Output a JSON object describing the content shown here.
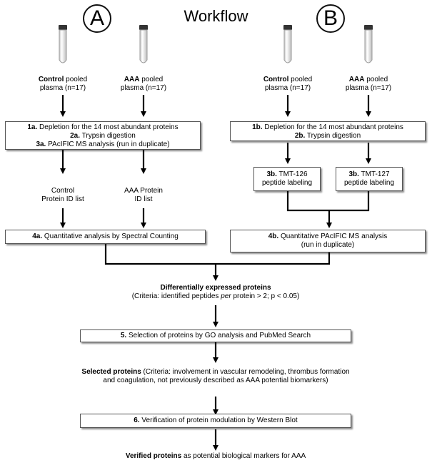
{
  "header": {
    "title": "Workflow",
    "left_badge": "A",
    "right_badge": "B"
  },
  "A": {
    "sample1": {
      "bold": "Control",
      "rest": " pooled",
      "line2": "plasma (n=17)"
    },
    "sample2": {
      "bold": "AAA",
      "rest": " pooled",
      "line2": "plasma (n=17)"
    },
    "step1": {
      "l1_b": "1a.",
      "l1": " Depletion for the 14 most abundant proteins",
      "l2_b": "2a.",
      "l2": " Trypsin digestion",
      "l3_b": "3a.",
      "l3": " PAcIFIC MS analysis (run in duplicate)"
    },
    "list1": {
      "line1": "Control",
      "line2": "Protein ID list"
    },
    "list2": {
      "line1": "AAA Protein",
      "line2": "ID list"
    },
    "step4": {
      "b": "4a.",
      "text": " Quantitative analysis by Spectral Counting"
    }
  },
  "B": {
    "sample1": {
      "bold": "Control",
      "rest": " pooled",
      "line2": "plasma (n=17)"
    },
    "sample2": {
      "bold": "AAA",
      "rest": " pooled",
      "line2": "plasma (n=17)"
    },
    "step1": {
      "l1_b": "1b.",
      "l1": " Depletion for the 14 most abundant proteins",
      "l2_b": "2b.",
      "l2": " Trypsin digestion"
    },
    "label1": {
      "b": "3b.",
      "l1": " TMT-126",
      "l2": "peptide labeling"
    },
    "label2": {
      "b": "3b.",
      "l1": " TMT-127",
      "l2": "peptide labeling"
    },
    "step4": {
      "b": "4b.",
      "l1": " Quantitative PAcIFIC MS analysis",
      "l2": "(run in duplicate)"
    }
  },
  "merge": {
    "dep_title": "Differentially expressed proteins",
    "dep_crit_pre": "(Criteria: identified peptides ",
    "dep_crit_em": "per",
    "dep_crit_post": " protein > 2; p < 0.05)",
    "step5_b": "5.",
    "step5": " Selection of proteins by GO analysis and PubMed Search",
    "sel_b": "Selected proteins",
    "sel_l1": " (Criteria: involvement in vascular remodeling, thrombus formation",
    "sel_l2": "and coagulation, not previously described as AAA potential biomarkers)",
    "step6_b": "6.",
    "step6": " Verification of protein modulation by Western Blot",
    "ver_b": "Verified proteins",
    "ver": " as potential biological markers for AAA"
  }
}
